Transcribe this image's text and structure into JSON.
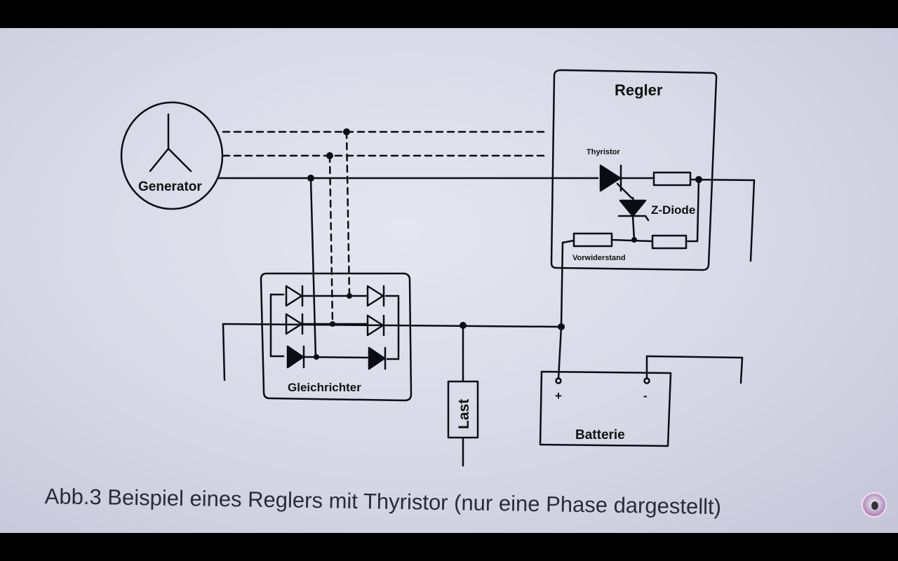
{
  "diagram": {
    "labels": {
      "generator": "Generator",
      "regler": "Regler",
      "thyristor": "Thyristor",
      "z_diode": "Z-Diode",
      "vorwiderstand": "Vorwiderstand",
      "gleichrichter": "Gleichrichter",
      "last": "Last",
      "batterie": "Batterie",
      "plus": "+",
      "minus": "-"
    },
    "caption": "Abb.3 Beispiel eines Reglers mit Thyristor (nur eine Phase dargestellt)"
  },
  "colors": {
    "line": "#0c0c14",
    "paper": "#dfe1ec",
    "caption": "#2a2a3a"
  },
  "overlay": {
    "channel_logo_icon": "channel-avatar-icon"
  }
}
